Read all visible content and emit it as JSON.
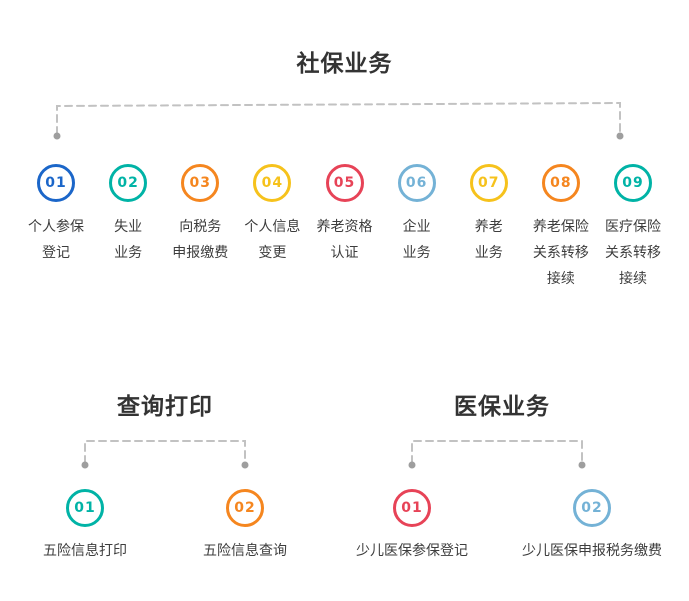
{
  "connector": {
    "line_color": "#c2c2c2",
    "dot_color": "#9e9e9e"
  },
  "sections": {
    "social": {
      "title": "社保业务",
      "items": [
        {
          "num": "01",
          "label": "个人参保\n登记",
          "color": "#1b66c9"
        },
        {
          "num": "02",
          "label": "失业\n业务",
          "color": "#00b3a6"
        },
        {
          "num": "03",
          "label": "向税务\n申报缴费",
          "color": "#f5861f"
        },
        {
          "num": "04",
          "label": "个人信息\n变更",
          "color": "#f6c21c"
        },
        {
          "num": "05",
          "label": "养老资格\n认证",
          "color": "#e74357"
        },
        {
          "num": "06",
          "label": "企业\n业务",
          "color": "#74b2d6"
        },
        {
          "num": "07",
          "label": "养老\n业务",
          "color": "#f6c21c"
        },
        {
          "num": "08",
          "label": "养老保险\n关系转移\n接续",
          "color": "#f5861f"
        },
        {
          "num": "09",
          "label": "医疗保险\n关系转移\n接续",
          "color": "#00b3a6"
        }
      ]
    },
    "query_print": {
      "title": "查询打印",
      "items": [
        {
          "num": "01",
          "label": "五险信息打印",
          "color": "#00b3a6"
        },
        {
          "num": "02",
          "label": "五险信息查询",
          "color": "#f5861f"
        }
      ]
    },
    "medical": {
      "title": "医保业务",
      "items": [
        {
          "num": "01",
          "label": "少儿医保参保登记",
          "color": "#e74357"
        },
        {
          "num": "02",
          "label": "少儿医保申报税务缴费",
          "color": "#74b2d6"
        }
      ]
    }
  }
}
